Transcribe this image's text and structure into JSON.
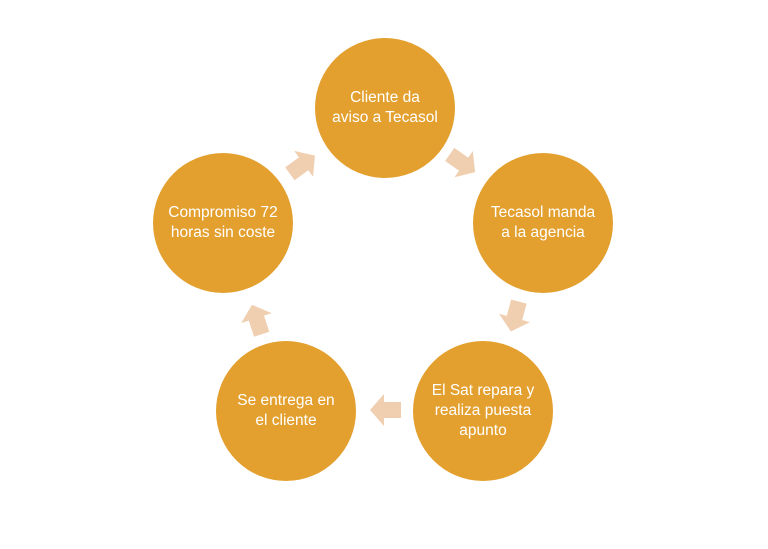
{
  "colors": {
    "node": "#E3A02F",
    "arrow": "#F0CFB1",
    "text": "#FFFFFF"
  },
  "nodes": [
    {
      "label": "Cliente da aviso a Tecasol"
    },
    {
      "label": "Tecasol manda a la agencia"
    },
    {
      "label": "El Sat repara y realiza puesta apunto"
    },
    {
      "label": "Se entrega en el cliente"
    },
    {
      "label": "Compromiso 72 horas sin coste"
    }
  ]
}
